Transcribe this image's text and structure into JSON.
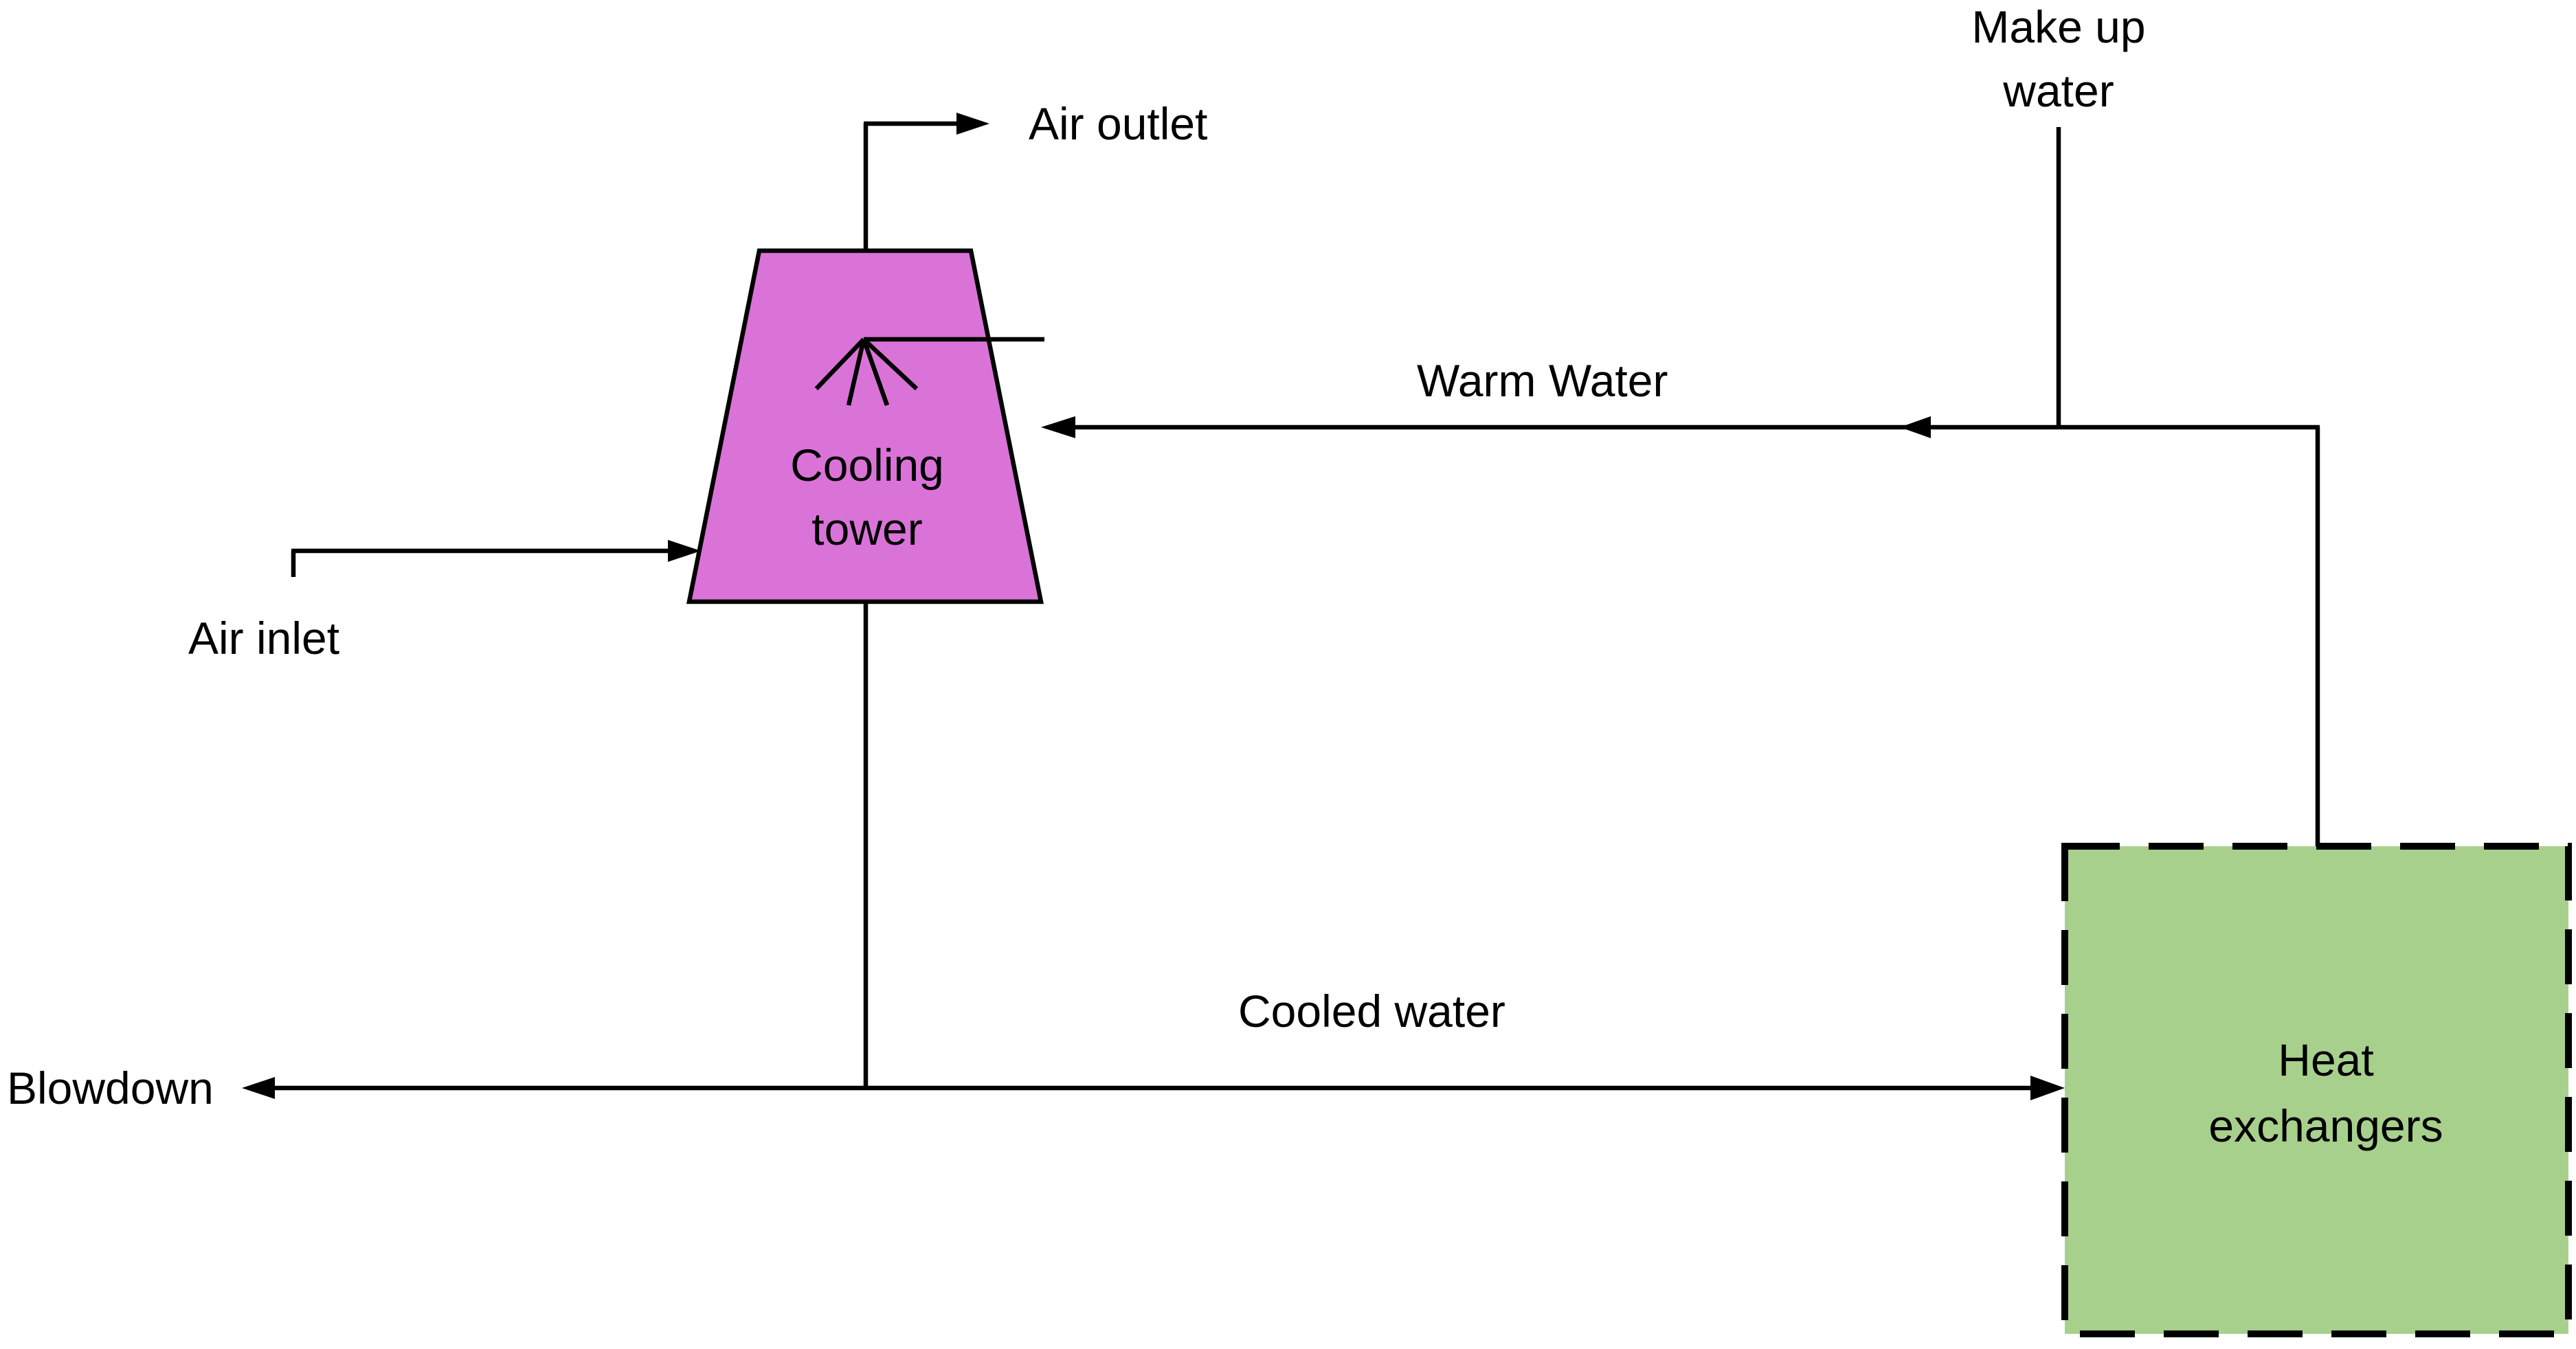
{
  "labels": {
    "air_outlet": "Air outlet",
    "make_up_line1": "Make up",
    "make_up_line2": "water",
    "warm_water": "Warm Water",
    "cooling_line1": "Cooling",
    "cooling_line2": "tower",
    "air_inlet": "Air inlet",
    "cooled_water": "Cooled water",
    "blowdown": "Blowdown",
    "heat_line1": "Heat",
    "heat_line2": "exchangers"
  },
  "colors": {
    "cooling_tower_fill": "#DA73D8",
    "heat_exchanger_fill": "#A8D08D",
    "line": "#000000"
  },
  "icons": {
    "spray_nozzle": "spray-nozzle-icon"
  }
}
